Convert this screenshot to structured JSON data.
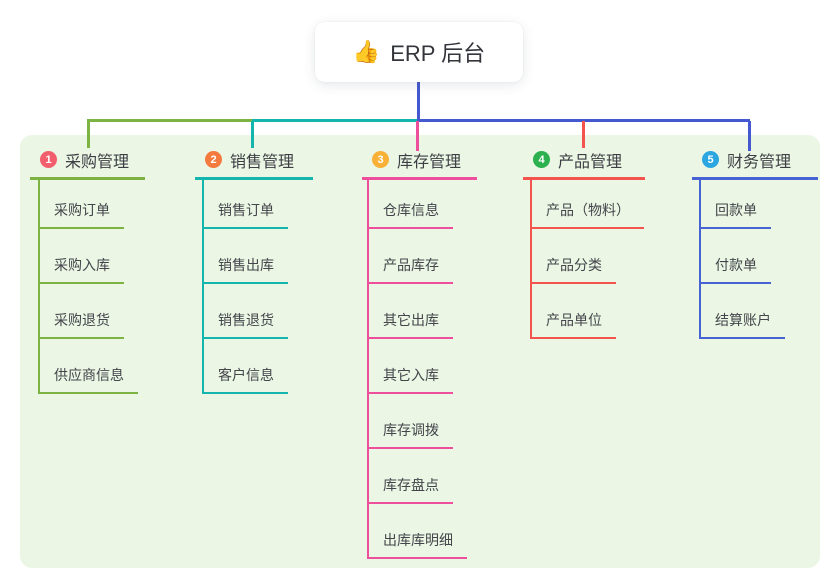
{
  "root": {
    "emoji": "👍",
    "title": "ERP 后台"
  },
  "colors": {
    "connector_blue": "#4459cf",
    "panel_bg": "#ebf6e4"
  },
  "branches": [
    {
      "badge": "1",
      "label": "采购管理",
      "badge_color": "#f35e6d",
      "line_color": "#7cb342",
      "children": [
        "采购订单",
        "采购入库",
        "采购退货",
        "供应商信息"
      ]
    },
    {
      "badge": "2",
      "label": "销售管理",
      "badge_color": "#f57a3d",
      "line_color": "#13b5ac",
      "children": [
        "销售订单",
        "销售出库",
        "销售退货",
        "客户信息"
      ]
    },
    {
      "badge": "3",
      "label": "库存管理",
      "badge_color": "#f8b136",
      "line_color": "#ee4f9d",
      "children": [
        "仓库信息",
        "产品库存",
        "其它出库",
        "其它入库",
        "库存调拨",
        "库存盘点",
        "出库库明细"
      ]
    },
    {
      "badge": "4",
      "label": "产品管理",
      "badge_color": "#2db14f",
      "line_color": "#f4544e",
      "children": [
        "产品（物料）",
        "产品分类",
        "产品单位"
      ]
    },
    {
      "badge": "5",
      "label": "财务管理",
      "badge_color": "#2ba6e0",
      "line_color": "#4763d3",
      "children": [
        "回款单",
        "付款单",
        "结算账户"
      ]
    }
  ]
}
